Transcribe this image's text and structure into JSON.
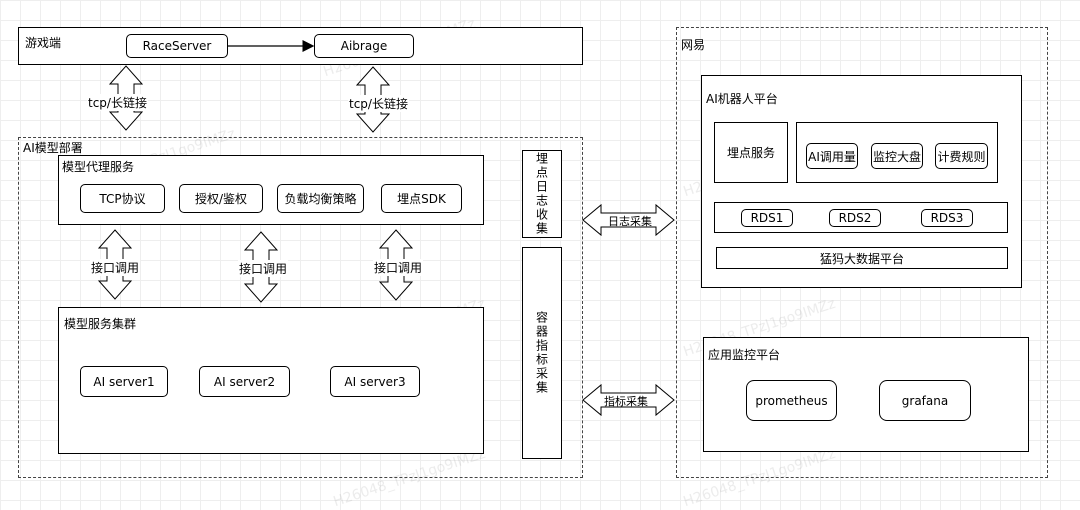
{
  "game_side": {
    "title": "游戏端",
    "race_server": "RaceServer",
    "aibrage": "Aibrage"
  },
  "links": {
    "tcp_left": "tcp/长链接",
    "tcp_right": "tcp/长链接",
    "api_call_1": "接口调用",
    "api_call_2": "接口调用",
    "api_call_3": "接口调用",
    "log_collect": "日志采集",
    "metric_collect": "指标采集"
  },
  "ai_deploy": {
    "title": "AI模型部署",
    "proxy": {
      "title": "模型代理服务",
      "items": [
        "TCP协议",
        "授权/鉴权",
        "负载均衡策略",
        "埋点SDK"
      ]
    },
    "cluster": {
      "title": "模型服务集群",
      "servers": [
        "AI server1",
        "AI server2",
        "AI server3"
      ]
    },
    "log_collector": "埋点日志收集",
    "metric_collector": "容器指标采集"
  },
  "netease": {
    "title": "网易",
    "ai_robot_platform": {
      "title": "AI机器人平台",
      "tracking_service": "埋点服务",
      "features": [
        "AI调用量",
        "监控大盘",
        "计费规则"
      ],
      "rds": [
        "RDS1",
        "RDS2",
        "RDS3"
      ],
      "bigdata": "猛犸大数据平台"
    },
    "monitoring": {
      "title": "应用监控平台",
      "tools": [
        "prometheus",
        "grafana"
      ]
    }
  },
  "watermark": "H26048_TPzJ1go9IMZz"
}
